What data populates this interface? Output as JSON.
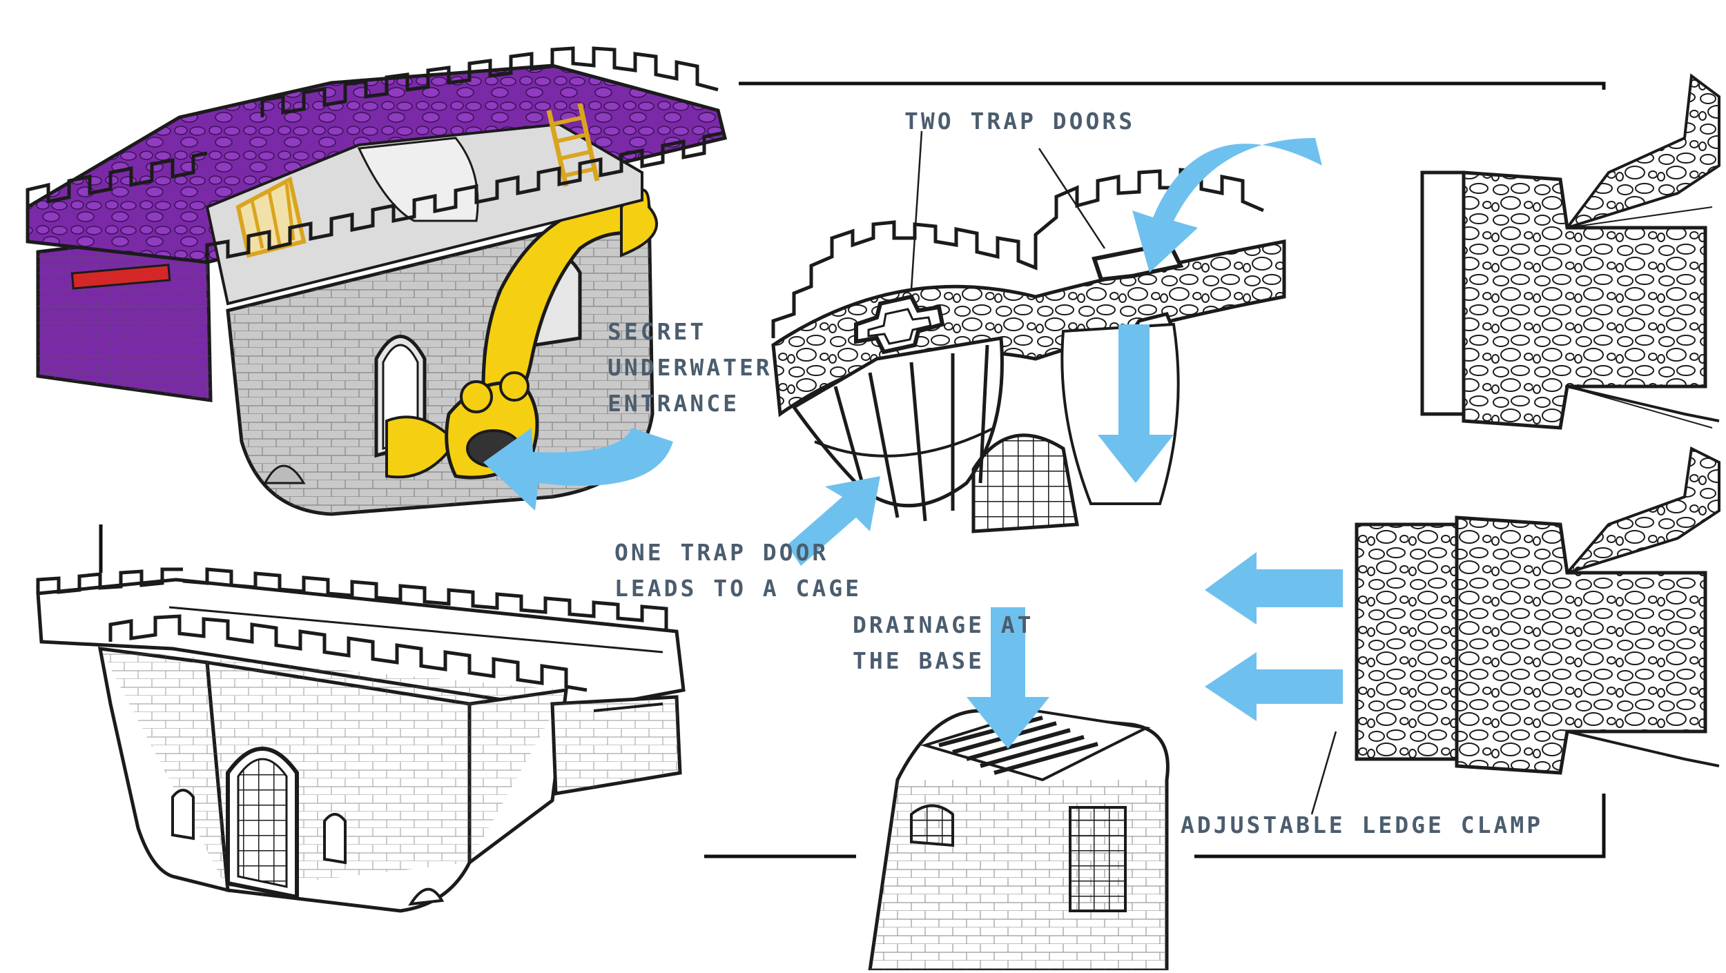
{
  "colors": {
    "arrow": "#6ec1ee",
    "label_text": "#4b5d6e",
    "castle_purple": "#7a2aa6",
    "castle_gray": "#c8c8c8",
    "fish_yellow": "#f5cf12",
    "banner_red": "#d42828",
    "ladder_gold": "#d9a51e",
    "outline": "#1b1b1b"
  },
  "labels": {
    "secret_entrance": [
      "SECRET",
      "UNDERWATER",
      "ENTRANCE"
    ],
    "two_trap_doors": [
      "TWO TRAP DOORS"
    ],
    "one_trap_door": [
      "ONE TRAP DOOR",
      "LEADS TO A CAGE"
    ],
    "drainage": [
      "DRAINAGE AT",
      "THE BASE"
    ],
    "ledge_clamp": [
      "ADJUSTABLE LEDGE CLAMP"
    ]
  },
  "illustrations": [
    {
      "name": "colored-castle-underside-view",
      "colors": [
        "castle_purple",
        "castle_gray",
        "fish_yellow",
        "banner_red",
        "ladder_gold"
      ]
    },
    {
      "name": "line-art-castle-front-view"
    },
    {
      "name": "trap-doors-closeup"
    },
    {
      "name": "drainage-base-closeup"
    },
    {
      "name": "ledge-clamp-side-views"
    }
  ]
}
